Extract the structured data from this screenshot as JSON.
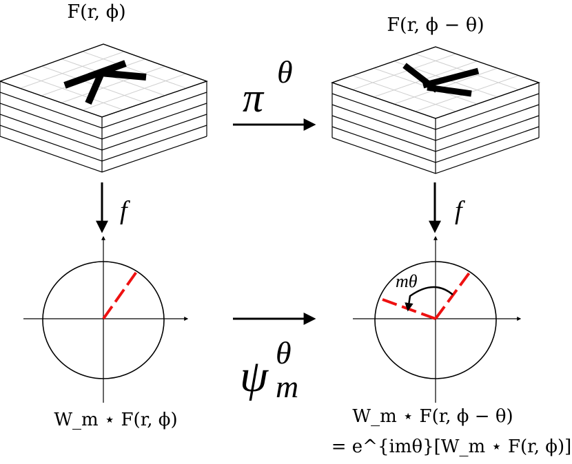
{
  "labels": {
    "top_left": "F(r, ϕ)",
    "top_right": "F(r, ϕ − θ)",
    "rotation_operator": "π",
    "rotation_superscript": "θ",
    "map_left": "f",
    "map_right": "f",
    "feature_operator": "ψ",
    "feature_superscript": "θ",
    "feature_subscript": "m",
    "angle_label": "mθ",
    "bottom_left": "W_m ⋆ F(r, ϕ)",
    "bottom_right_line1": "W_m ⋆ F(r, ϕ − θ)",
    "bottom_right_line2": "= e^{imθ}[W_m ⋆ F(r, ϕ)]"
  },
  "stacks": {
    "letter": "K",
    "layer_count": 5
  },
  "colors": {
    "line": "#000000",
    "grid": "#c8c8c8",
    "vector": "#ee1111"
  }
}
